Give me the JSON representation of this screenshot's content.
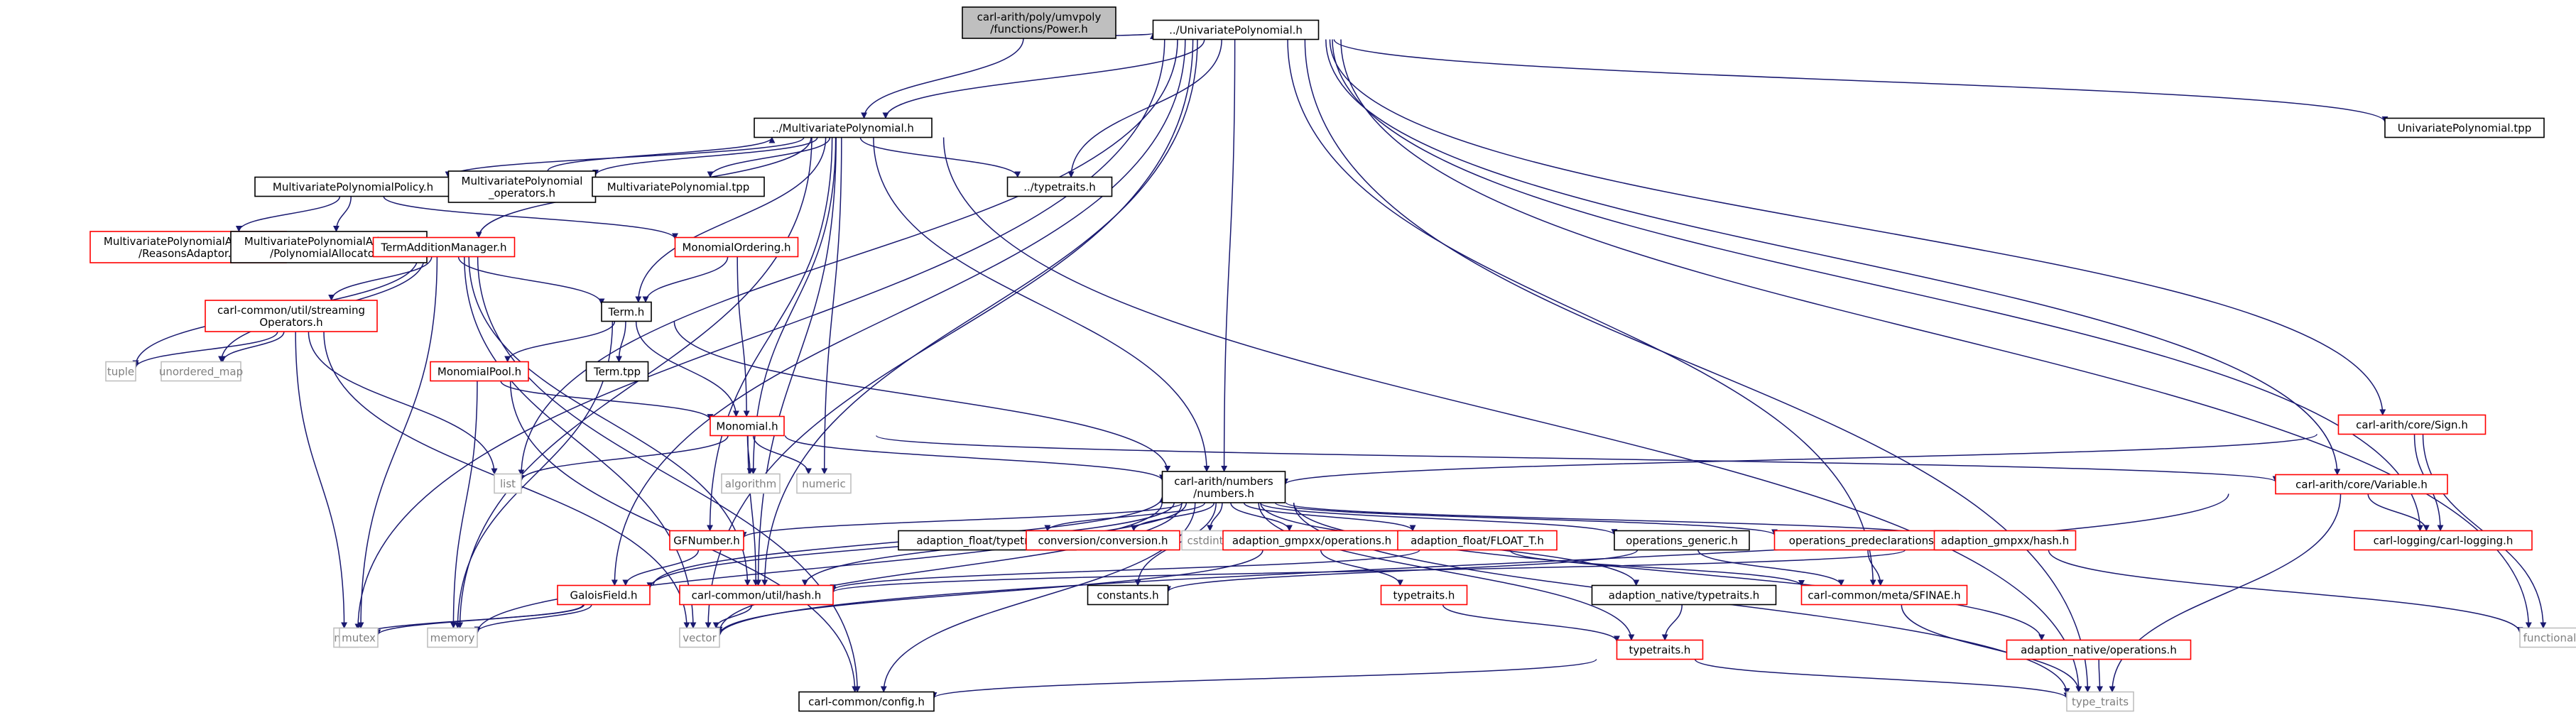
{
  "colors": {
    "edge": "#191970",
    "root_fill": "#bfbfbf",
    "border_normal": "#000000",
    "border_partial": "#ff0000",
    "border_external": "#bfbfbf",
    "text_normal": "#000000",
    "text_external": "#7f7f7f"
  },
  "nodes": [
    {
      "id": "root",
      "lines": [
        "carl-arith/poly/umvpoly",
        "/functions/Power.h"
      ],
      "style": "root"
    },
    {
      "id": "univ",
      "lines": [
        "../UnivariatePolynomial.h"
      ],
      "style": "normal"
    },
    {
      "id": "multi",
      "lines": [
        "../MultivariatePolynomial.h"
      ],
      "style": "normal"
    },
    {
      "id": "univtpp",
      "lines": [
        "UnivariatePolynomial.tpp"
      ],
      "style": "normal"
    },
    {
      "id": "functional",
      "lines": [
        "functional"
      ],
      "style": "external"
    },
    {
      "id": "mvpolicy",
      "lines": [
        "MultivariatePolynomialPolicy.h"
      ],
      "style": "normal"
    },
    {
      "id": "mvops",
      "lines": [
        "MultivariatePolynomial",
        "_operators.h"
      ],
      "style": "normal"
    },
    {
      "id": "mvtpp",
      "lines": [
        "MultivariatePolynomial.tpp"
      ],
      "style": "normal"
    },
    {
      "id": "typetraits_up",
      "lines": [
        "../typetraits.h"
      ],
      "style": "normal"
    },
    {
      "id": "reasons",
      "lines": [
        "MultivariatePolynomialAdaptors",
        "/ReasonsAdaptor.h"
      ],
      "style": "partial"
    },
    {
      "id": "polyalloc",
      "lines": [
        "MultivariatePolynomialAdaptors",
        "/PolynomialAllocator.h"
      ],
      "style": "normal"
    },
    {
      "id": "termadd",
      "lines": [
        "TermAdditionManager.h"
      ],
      "style": "partial"
    },
    {
      "id": "monord",
      "lines": [
        "MonomialOrdering.h"
      ],
      "style": "partial"
    },
    {
      "id": "sign",
      "lines": [
        "carl-arith/core/Sign.h"
      ],
      "style": "partial"
    },
    {
      "id": "streaming",
      "lines": [
        "carl-common/util/streaming",
        "Operators.h"
      ],
      "style": "partial"
    },
    {
      "id": "term",
      "lines": [
        "Term.h"
      ],
      "style": "normal"
    },
    {
      "id": "tuple",
      "lines": [
        "tuple"
      ],
      "style": "external"
    },
    {
      "id": "umap",
      "lines": [
        "unordered_map"
      ],
      "style": "external"
    },
    {
      "id": "monpool",
      "lines": [
        "MonomialPool.h"
      ],
      "style": "partial"
    },
    {
      "id": "termtpp",
      "lines": [
        "Term.tpp"
      ],
      "style": "normal"
    },
    {
      "id": "monomial",
      "lines": [
        "Monomial.h"
      ],
      "style": "partial"
    },
    {
      "id": "variable",
      "lines": [
        "carl-arith/core/Variable.h"
      ],
      "style": "partial"
    },
    {
      "id": "list",
      "lines": [
        "list"
      ],
      "style": "external"
    },
    {
      "id": "algorithm",
      "lines": [
        "algorithm"
      ],
      "style": "external"
    },
    {
      "id": "numeric",
      "lines": [
        "numeric"
      ],
      "style": "external"
    },
    {
      "id": "numbers",
      "lines": [
        "carl-arith/numbers",
        "/numbers.h"
      ],
      "style": "normal"
    },
    {
      "id": "logging",
      "lines": [
        "carl-logging/carl-logging.h"
      ],
      "style": "partial"
    },
    {
      "id": "gfnumber",
      "lines": [
        "GFNumber.h"
      ],
      "style": "partial"
    },
    {
      "id": "af_tt",
      "lines": [
        "adaption_float/typetraits.h"
      ],
      "style": "normal"
    },
    {
      "id": "conversion",
      "lines": [
        "conversion/conversion.h"
      ],
      "style": "partial"
    },
    {
      "id": "cstdint",
      "lines": [
        "cstdint"
      ],
      "style": "external"
    },
    {
      "id": "gmpxx_ops",
      "lines": [
        "adaption_gmpxx/operations.h"
      ],
      "style": "partial"
    },
    {
      "id": "float_t",
      "lines": [
        "adaption_float/FLOAT_T.h"
      ],
      "style": "partial"
    },
    {
      "id": "opgen",
      "lines": [
        "operations_generic.h"
      ],
      "style": "normal"
    },
    {
      "id": "oppre",
      "lines": [
        "operations_predeclarations.h"
      ],
      "style": "partial"
    },
    {
      "id": "gmpxx_hash",
      "lines": [
        "adaption_gmpxx/hash.h"
      ],
      "style": "partial"
    },
    {
      "id": "galois",
      "lines": [
        "GaloisField.h"
      ],
      "style": "partial"
    },
    {
      "id": "hash",
      "lines": [
        "carl-common/util/hash.h"
      ],
      "style": "partial"
    },
    {
      "id": "constants",
      "lines": [
        "constants.h"
      ],
      "style": "normal"
    },
    {
      "id": "tt_mid",
      "lines": [
        "typetraits.h"
      ],
      "style": "partial"
    },
    {
      "id": "native_tt",
      "lines": [
        "adaption_native/typetraits.h"
      ],
      "style": "normal"
    },
    {
      "id": "sfinae",
      "lines": [
        "carl-common/meta/SFINAE.h"
      ],
      "style": "partial"
    },
    {
      "id": "map",
      "lines": [
        "map"
      ],
      "style": "external"
    },
    {
      "id": "mutex",
      "lines": [
        "mutex"
      ],
      "style": "external"
    },
    {
      "id": "memory",
      "lines": [
        "memory"
      ],
      "style": "external"
    },
    {
      "id": "vector",
      "lines": [
        "vector"
      ],
      "style": "external"
    },
    {
      "id": "tt_low",
      "lines": [
        "typetraits.h"
      ],
      "style": "partial"
    },
    {
      "id": "native_ops",
      "lines": [
        "adaption_native/operations.h"
      ],
      "style": "partial"
    },
    {
      "id": "config",
      "lines": [
        "carl-common/config.h"
      ],
      "style": "normal"
    },
    {
      "id": "type_traits",
      "lines": [
        "type_traits"
      ],
      "style": "external"
    }
  ],
  "edges": [
    [
      "root",
      "univ"
    ],
    [
      "root",
      "multi"
    ],
    [
      "univ",
      "multi"
    ],
    [
      "univ",
      "univtpp"
    ],
    [
      "univ",
      "functional"
    ],
    [
      "univ",
      "typetraits_up"
    ],
    [
      "univ",
      "sign"
    ],
    [
      "univ",
      "variable"
    ],
    [
      "univ",
      "logging"
    ],
    [
      "univ",
      "list"
    ],
    [
      "univ",
      "numbers"
    ],
    [
      "univ",
      "galois"
    ],
    [
      "univ",
      "hash"
    ],
    [
      "univ",
      "sfinae"
    ],
    [
      "univ",
      "vector"
    ],
    [
      "univ",
      "map"
    ],
    [
      "univ",
      "type_traits"
    ],
    [
      "multi",
      "mvpolicy"
    ],
    [
      "multi",
      "mvops"
    ],
    [
      "multi",
      "mvtpp"
    ],
    [
      "multi",
      "typetraits_up"
    ],
    [
      "multi",
      "termadd"
    ],
    [
      "multi",
      "term"
    ],
    [
      "multi",
      "numbers"
    ],
    [
      "multi",
      "algorithm"
    ],
    [
      "multi",
      "numeric"
    ],
    [
      "multi",
      "memory"
    ],
    [
      "multi",
      "hash"
    ],
    [
      "multi",
      "gfnumber"
    ],
    [
      "multi",
      "type_traits"
    ],
    [
      "mvops",
      "multi"
    ],
    [
      "mvpolicy",
      "reasons"
    ],
    [
      "mvpolicy",
      "polyalloc"
    ],
    [
      "mvpolicy",
      "monord"
    ],
    [
      "termadd",
      "streaming"
    ],
    [
      "termadd",
      "term"
    ],
    [
      "termadd",
      "tuple"
    ],
    [
      "termadd",
      "umap"
    ],
    [
      "termadd",
      "mutex"
    ],
    [
      "termadd",
      "vector"
    ],
    [
      "termadd",
      "hash"
    ],
    [
      "termadd",
      "config"
    ],
    [
      "monord",
      "term"
    ],
    [
      "monord",
      "monomial"
    ],
    [
      "streaming",
      "tuple"
    ],
    [
      "streaming",
      "umap"
    ],
    [
      "streaming",
      "list"
    ],
    [
      "streaming",
      "map"
    ],
    [
      "streaming",
      "vector"
    ],
    [
      "term",
      "monpool"
    ],
    [
      "term",
      "termtpp"
    ],
    [
      "term",
      "monomial"
    ],
    [
      "term",
      "numbers"
    ],
    [
      "term",
      "memory"
    ],
    [
      "monpool",
      "monomial"
    ],
    [
      "monpool",
      "memory"
    ],
    [
      "monpool",
      "config"
    ],
    [
      "monomial",
      "list"
    ],
    [
      "monomial",
      "algorithm"
    ],
    [
      "monomial",
      "numeric"
    ],
    [
      "monomial",
      "numbers"
    ],
    [
      "monomial",
      "variable"
    ],
    [
      "monomial",
      "hash"
    ],
    [
      "sign",
      "numbers"
    ],
    [
      "sign",
      "logging"
    ],
    [
      "sign",
      "functional"
    ],
    [
      "variable",
      "logging"
    ],
    [
      "variable",
      "type_traits"
    ],
    [
      "variable",
      "vector"
    ],
    [
      "numbers",
      "gfnumber"
    ],
    [
      "numbers",
      "af_tt"
    ],
    [
      "numbers",
      "conversion"
    ],
    [
      "numbers",
      "cstdint"
    ],
    [
      "numbers",
      "gmpxx_ops"
    ],
    [
      "numbers",
      "float_t"
    ],
    [
      "numbers",
      "opgen"
    ],
    [
      "numbers",
      "oppre"
    ],
    [
      "numbers",
      "gmpxx_hash"
    ],
    [
      "numbers",
      "native_tt"
    ],
    [
      "numbers",
      "native_ops"
    ],
    [
      "numbers",
      "tt_low"
    ],
    [
      "numbers",
      "constants"
    ],
    [
      "numbers",
      "config"
    ],
    [
      "numbers",
      "type_traits"
    ],
    [
      "numbers",
      "galois"
    ],
    [
      "numbers",
      "hash"
    ],
    [
      "numbers",
      "memory"
    ],
    [
      "numbers",
      "vector"
    ],
    [
      "gfnumber",
      "galois"
    ],
    [
      "galois",
      "numbers"
    ],
    [
      "galois",
      "map"
    ],
    [
      "galois",
      "mutex"
    ],
    [
      "galois",
      "memory"
    ],
    [
      "gmpxx_ops",
      "tt_mid"
    ],
    [
      "gmpxx_ops",
      "vector"
    ],
    [
      "float_t",
      "hash"
    ],
    [
      "float_t",
      "sfinae"
    ],
    [
      "opgen",
      "constants"
    ],
    [
      "opgen",
      "sfinae"
    ],
    [
      "oppre",
      "sfinae"
    ],
    [
      "gmpxx_hash",
      "hash"
    ],
    [
      "gmpxx_hash",
      "functional"
    ],
    [
      "hash",
      "vector"
    ],
    [
      "tt_mid",
      "tt_low"
    ],
    [
      "native_tt",
      "tt_low"
    ],
    [
      "sfinae",
      "type_traits"
    ],
    [
      "tt_low",
      "config"
    ],
    [
      "tt_low",
      "type_traits"
    ],
    [
      "native_ops",
      "type_traits"
    ]
  ]
}
